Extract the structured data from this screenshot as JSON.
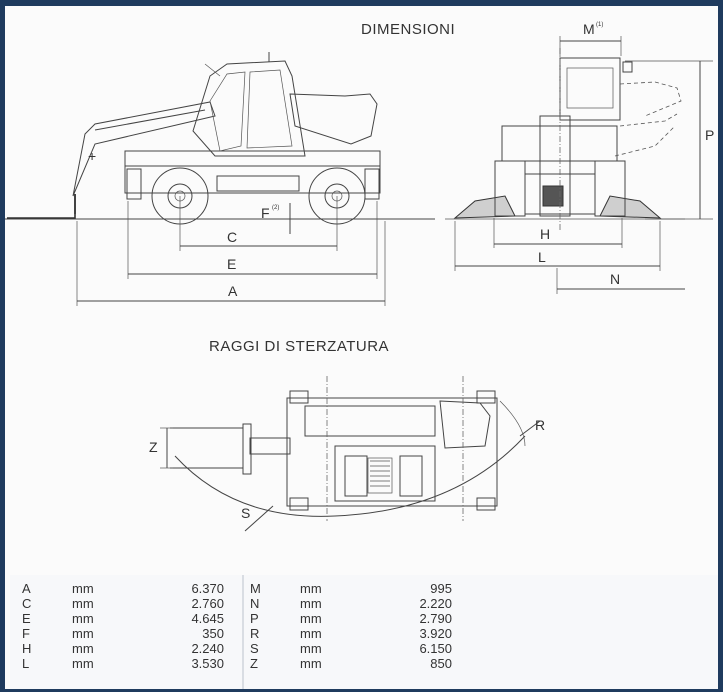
{
  "titles": {
    "dimensions": "DIMENSIONI",
    "steering": "RAGGI DI STERZATURA"
  },
  "labels": {
    "A": "A",
    "C": "C",
    "E": "E",
    "F": "F",
    "F_sup": "(2)",
    "H": "H",
    "L": "L",
    "M": "M",
    "M_sup": "(1)",
    "N": "N",
    "P": "P",
    "R": "R",
    "S": "S",
    "Z": "Z"
  },
  "table_left": [
    {
      "key": "A",
      "unit": "mm",
      "value": "6.370"
    },
    {
      "key": "C",
      "unit": "mm",
      "value": "2.760"
    },
    {
      "key": "E",
      "unit": "mm",
      "value": "4.645"
    },
    {
      "key": "F",
      "unit": "mm",
      "value": "350"
    },
    {
      "key": "H",
      "unit": "mm",
      "value": "2.240"
    },
    {
      "key": "L",
      "unit": "mm",
      "value": "3.530"
    }
  ],
  "table_right": [
    {
      "key": "M",
      "unit": "mm",
      "value": "995"
    },
    {
      "key": "N",
      "unit": "mm",
      "value": "2.220"
    },
    {
      "key": "P",
      "unit": "mm",
      "value": "2.790"
    },
    {
      "key": "R",
      "unit": "mm",
      "value": "3.920"
    },
    {
      "key": "S",
      "unit": "mm",
      "value": "6.150"
    },
    {
      "key": "Z",
      "unit": "mm",
      "value": "850"
    }
  ]
}
